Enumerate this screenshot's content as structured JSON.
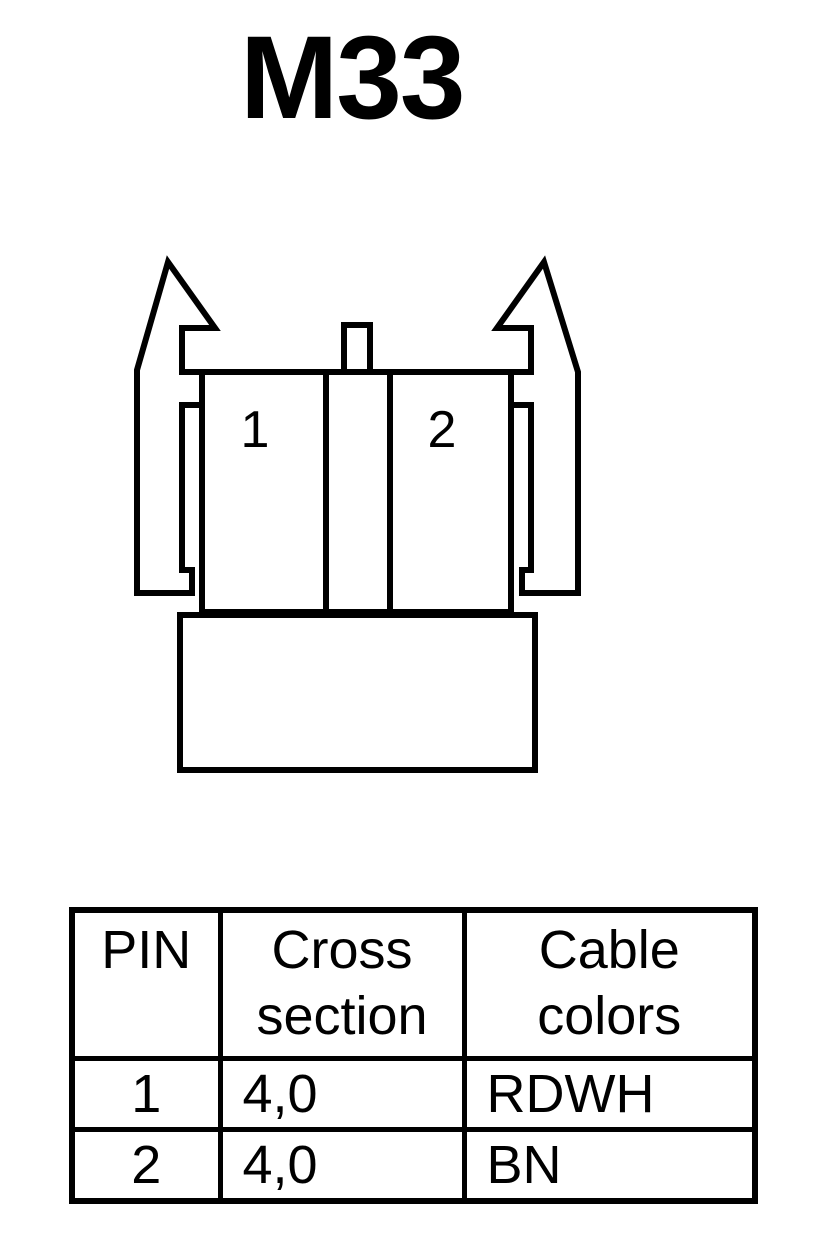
{
  "title": "M33",
  "connector": {
    "pins": [
      {
        "label": "1"
      },
      {
        "label": "2"
      }
    ]
  },
  "table": {
    "headers": {
      "pin": "PIN",
      "cross_section_line1": "Cross",
      "cross_section_line2": "section",
      "cable_colors_line1": "Cable",
      "cable_colors_line2": "colors"
    },
    "rows": [
      {
        "pin": "1",
        "cross_section": "4,0",
        "cable_color": "RDWH"
      },
      {
        "pin": "2",
        "cross_section": "4,0",
        "cable_color": "BN"
      }
    ]
  }
}
